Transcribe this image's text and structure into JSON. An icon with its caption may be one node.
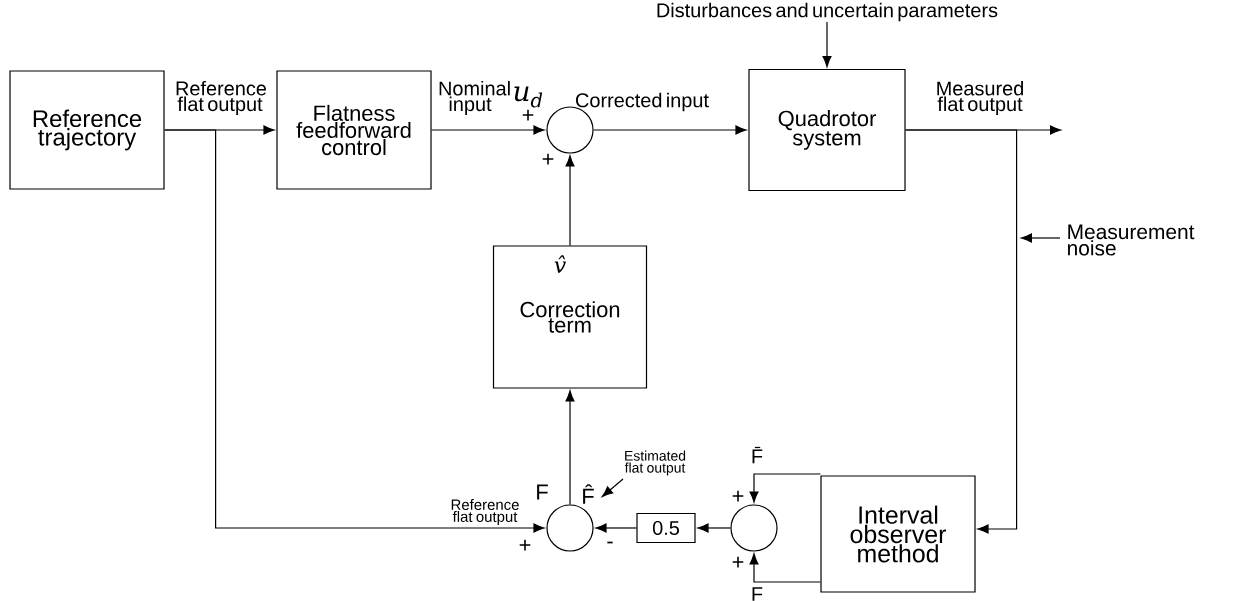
{
  "diagram": {
    "nodes": [
      {
        "text": [
          "Reference trajectory"
        ]
      },
      {
        "text": [
          "Flatness feedforward control"
        ]
      },
      {
        "text": [],
        "shape": "circle"
      },
      {
        "text": [
          "Quadrotor system"
        ]
      },
      {
        "text": [
          "Correction term"
        ]
      },
      {
        "text": [],
        "shape": "circle"
      },
      {
        "text": [
          "0.5"
        ]
      },
      {
        "text": [],
        "shape": "circle"
      },
      {
        "text": [
          "Interval observer method"
        ]
      },
      {
        "text": [
          "Disturbances and uncertain parameters"
        ]
      },
      {
        "text": [
          "Measurement noise"
        ]
      },
      {
        "text": [
          "Estimated flat output"
        ]
      },
      {
        "text": [
          "F̂"
        ]
      }
    ],
    "edges": [
      {
        "from": 0,
        "to": 1,
        "arrow": "to",
        "label": "Reference flat output"
      },
      {
        "from": 0,
        "to": 5,
        "arrow": "to",
        "label": "Reference flat output"
      },
      {
        "from": 1,
        "to": 2,
        "arrow": "to",
        "label": "Nominal input"
      },
      {
        "from": 2,
        "to": 3,
        "arrow": "to",
        "label": "Corrected input"
      },
      {
        "from": 4,
        "to": 2,
        "arrow": "to",
        "label": "v̂"
      },
      {
        "from": 5,
        "to": 4,
        "arrow": "to"
      },
      {
        "from": 6,
        "to": 5,
        "arrow": "to"
      },
      {
        "from": 7,
        "to": 6,
        "arrow": "to"
      },
      {
        "from": 8,
        "to": 7,
        "arrow": "to",
        "label": "F̄"
      },
      {
        "from": 8,
        "to": 7,
        "arrow": "to",
        "label": "F"
      },
      {
        "from": 3,
        "to": 8,
        "arrow": "to"
      },
      {
        "from": 3,
        "to": null,
        "arrow": "to",
        "label": "Measured flat output"
      },
      {
        "from": 9,
        "to": 3,
        "arrow": "to"
      },
      {
        "from": 10,
        "to": null,
        "arrow": "to"
      },
      {
        "from": 11,
        "to": 12,
        "arrow": "to"
      }
    ],
    "labels": [
      "u$_{d}$",
      "+",
      "+",
      "F",
      "+",
      "-",
      "+",
      "+"
    ]
  }
}
